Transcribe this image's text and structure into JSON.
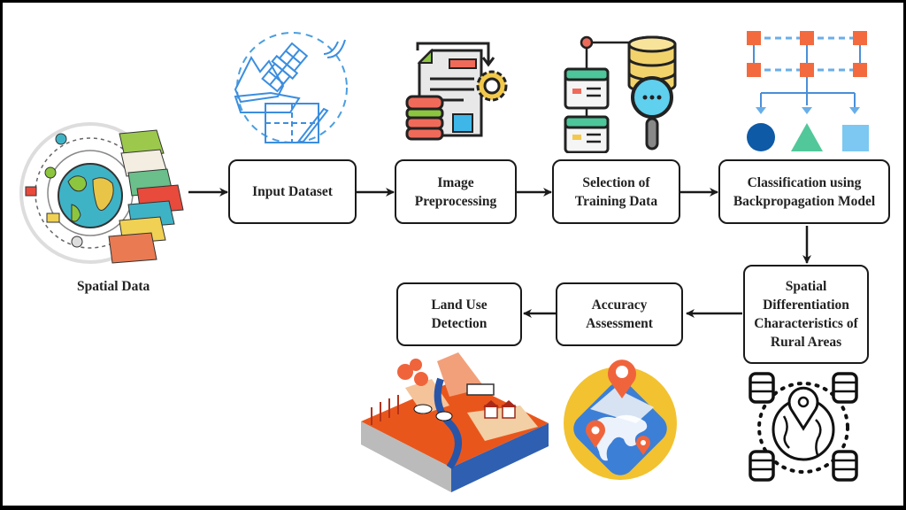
{
  "diagram": {
    "source": {
      "label": "Spatial Data"
    },
    "nodes": [
      {
        "id": "input-dataset",
        "label": "Input Dataset"
      },
      {
        "id": "image-preprocessing",
        "label": "Image\nPreprocessing"
      },
      {
        "id": "selection-training-data",
        "label": "Selection of\nTraining Data"
      },
      {
        "id": "classification",
        "label": "Classification using\nBackpropagation Model"
      },
      {
        "id": "spatial-differentiation",
        "label": "Spatial\nDifferentiation\nCharacteristics of\nRural Areas"
      },
      {
        "id": "accuracy-assessment",
        "label": "Accuracy\nAssessment"
      },
      {
        "id": "land-use-detection",
        "label": "Land Use\nDetection"
      }
    ],
    "edges": [
      {
        "from": "spatial-data",
        "to": "input-dataset"
      },
      {
        "from": "input-dataset",
        "to": "image-preprocessing"
      },
      {
        "from": "image-preprocessing",
        "to": "selection-training-data"
      },
      {
        "from": "selection-training-data",
        "to": "classification"
      },
      {
        "from": "classification",
        "to": "spatial-differentiation"
      },
      {
        "from": "spatial-differentiation",
        "to": "accuracy-assessment"
      },
      {
        "from": "accuracy-assessment",
        "to": "land-use-detection"
      }
    ],
    "icons": [
      "globe-layers-icon",
      "satellite-map-icon",
      "document-gear-icon",
      "server-database-search-icon",
      "classification-tree-icon",
      "globe-databases-icon",
      "world-map-pin-icon",
      "rural-landscape-icon"
    ]
  }
}
